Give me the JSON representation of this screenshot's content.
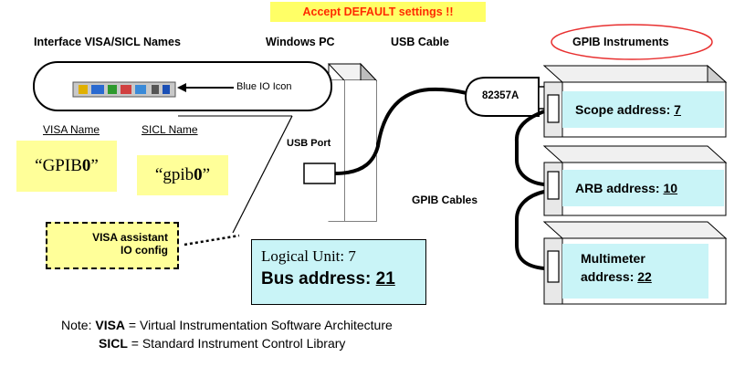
{
  "banner": {
    "text": "Accept DEFAULT settings !!"
  },
  "headers": {
    "interface": "Interface VISA/SICL Names",
    "pc": "Windows PC",
    "cable": "USB Cable",
    "instruments": "GPIB Instruments"
  },
  "iconbar": {
    "label": "Blue IO Icon"
  },
  "names": {
    "visa_label": "VISA Name",
    "sicl_label": "SICL Name",
    "visa_value_prefix": "“GPIB",
    "visa_value_bold": "0",
    "visa_value_suffix": "”",
    "sicl_value_prefix": "“gpib",
    "sicl_value_bold": "0",
    "sicl_value_suffix": "”"
  },
  "pc": {
    "usb_port_label": "USB Port"
  },
  "visa_assistant": {
    "line1": "VISA assistant",
    "line2": "IO config"
  },
  "logical": {
    "unit_label": "Logical Unit: ",
    "unit_value": "7",
    "bus_label": "Bus address: ",
    "bus_value": "21"
  },
  "adapter": {
    "label": "82357A"
  },
  "gpib_cables_label": "GPIB Cables",
  "instruments": [
    {
      "label": "Scope address: ",
      "value": "7"
    },
    {
      "label": "ARB address: ",
      "value": "10"
    },
    {
      "label_line1": "Multimeter",
      "label_line2": "address: ",
      "value": "22"
    }
  ],
  "note": {
    "prefix": "Note: ",
    "visa_term": "VISA",
    "visa_def": " = Virtual Instrumentation Software Architecture",
    "sicl_term": "SICL",
    "sicl_def": " = Standard Instrument Control Library"
  },
  "colors": {
    "banner_bg": "#ffff66",
    "banner_text": "#ff2a00",
    "yellow_box": "#ffff99",
    "cyan_box": "#c9f4f7",
    "ellipse": "#e83030"
  }
}
